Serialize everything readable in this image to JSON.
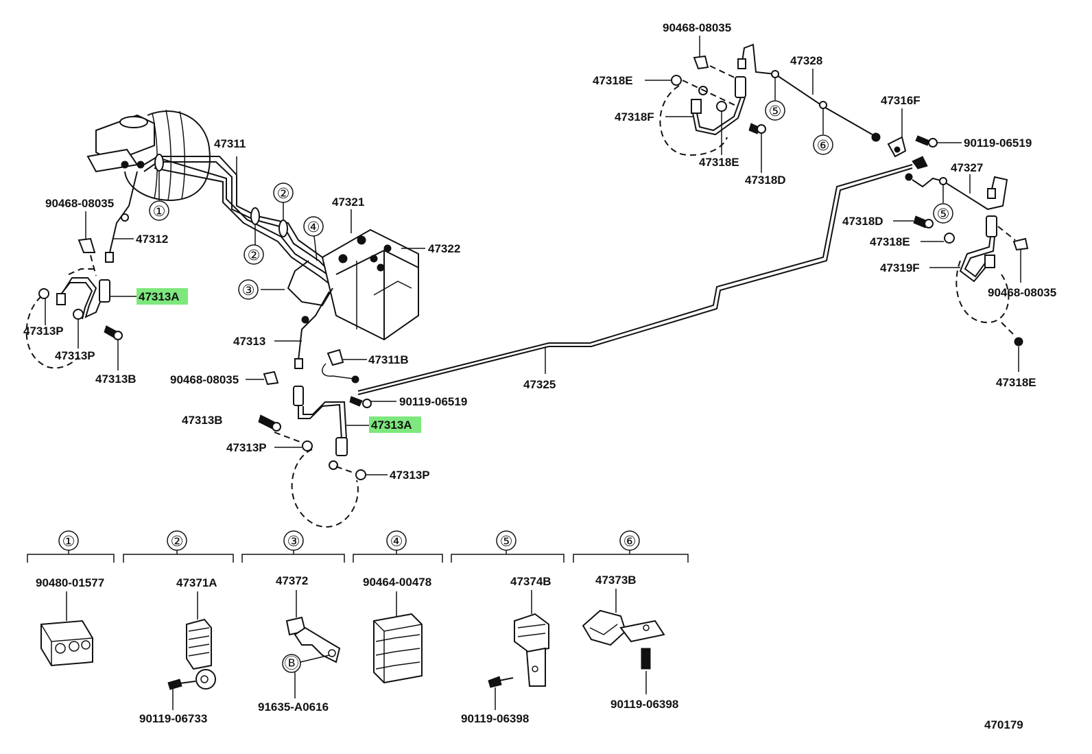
{
  "colors": {
    "highlight": "#7ee87e",
    "ink": "#111111",
    "background": "#ffffff"
  },
  "labels": {
    "l47311": "47311",
    "l90468_left": "90468-08035",
    "l47312": "47312",
    "l47313A_top": "47313A",
    "l47313P_a": "47313P",
    "l47313P_b": "47313P",
    "l47313B_left": "47313B",
    "l47321": "47321",
    "l47322": "47322",
    "l47313": "47313",
    "l47311B": "47311B",
    "l90468_mid": "90468-08035",
    "l90119_mid": "90119-06519",
    "l47313B_mid": "47313B",
    "l47313A_mid": "47313A",
    "l47313P_c": "47313P",
    "l47313P_d": "47313P",
    "l47325": "47325",
    "l90468_top": "90468-08035",
    "l47328": "47328",
    "l47318E_a": "47318E",
    "l47318F": "47318F",
    "l47318E_b": "47318E",
    "l47318D_a": "47318D",
    "l47316F": "47316F",
    "l90119_right": "90119-06519",
    "l47327": "47327",
    "l47318D_b": "47318D",
    "l47318E_c": "47318E",
    "l47319F": "47319F",
    "l90468_right": "90468-08035",
    "l47318E_d": "47318E"
  },
  "callouts": {
    "c1": "①",
    "c2a": "②",
    "c2b": "②",
    "c3": "③",
    "c4": "④",
    "c5a": "⑤",
    "c5b": "⑤",
    "c6": "⑥"
  },
  "legend": [
    {
      "num": "①",
      "parts": [
        "90480-01577"
      ]
    },
    {
      "num": "②",
      "parts": [
        "47371A",
        "90119-06733"
      ]
    },
    {
      "num": "③",
      "parts": [
        "47372",
        "91635-A0616"
      ],
      "callout": "Ⓑ"
    },
    {
      "num": "④",
      "parts": [
        "90464-00478"
      ]
    },
    {
      "num": "⑤",
      "parts": [
        "47374B",
        "90119-06398"
      ]
    },
    {
      "num": "⑥",
      "parts": [
        "47373B",
        "90119-06398"
      ]
    }
  ],
  "figure_id": "470179"
}
